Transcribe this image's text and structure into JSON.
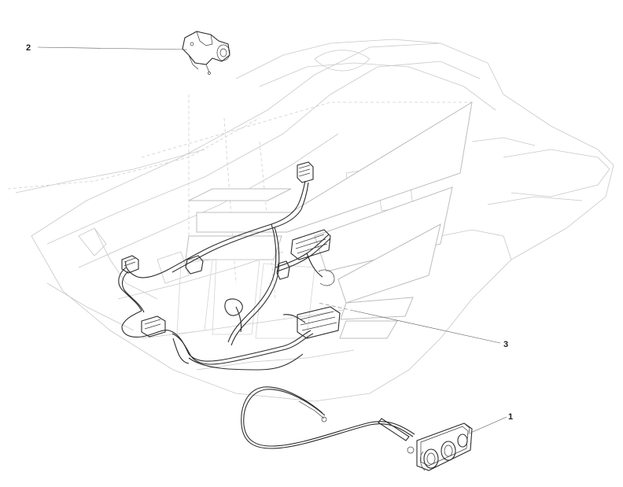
{
  "callouts": [
    {
      "id": "1",
      "label": "1"
    },
    {
      "id": "2",
      "label": "2"
    },
    {
      "id": "3",
      "label": "3"
    }
  ],
  "colors": {
    "background": "#ffffff",
    "part_stroke": "#2c2c2c",
    "ghost_stroke": "#c8c8c8",
    "leader_stroke": "#555555"
  }
}
